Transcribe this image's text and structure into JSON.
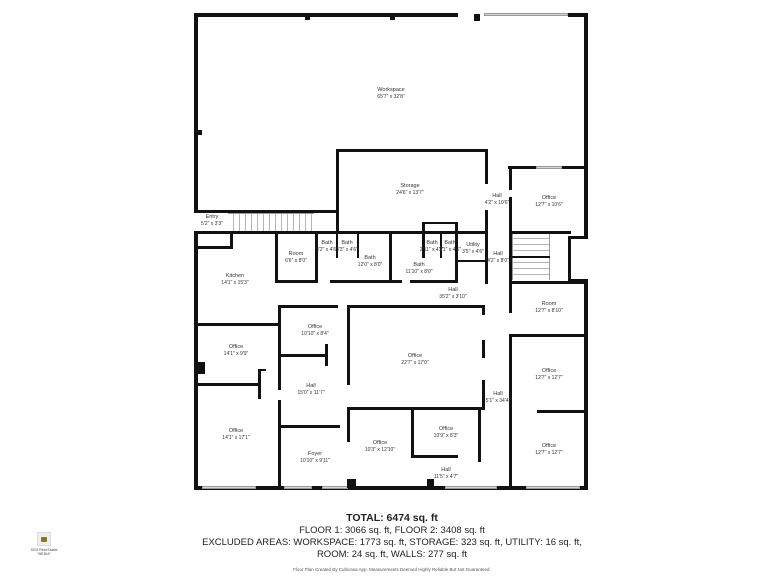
{
  "floor_plan": {
    "rooms": [
      {
        "name": "Workspace",
        "dims": "65'7\" x 32'8\""
      },
      {
        "name": "Storage",
        "dims": "24'6\" x 13'7\""
      },
      {
        "name": "Hall",
        "dims": "4'2\" x 10'6\""
      },
      {
        "name": "Office",
        "dims": "12'7\" x 10'6\""
      },
      {
        "name": "Entry",
        "dims": "5'2\" x 3'3\""
      },
      {
        "name": "Room",
        "dims": "6'6\" x 8'0\""
      },
      {
        "name": "Bath",
        "dims": "3'2\" x 4'6\""
      },
      {
        "name": "Bath",
        "dims": "3'3\" x 4'6\""
      },
      {
        "name": "Bath",
        "dims": "12'0\" x 8'0\""
      },
      {
        "name": "Bath",
        "dims": "2'11\" x 4'6\""
      },
      {
        "name": "Bath",
        "dims": "3'1\" x 4'6\""
      },
      {
        "name": "Bath",
        "dims": "11'10\" x 8'0\""
      },
      {
        "name": "Utility",
        "dims": "3'5\" x 4'6\""
      },
      {
        "name": "Hall",
        "dims": "4'2\" x 8'0\""
      },
      {
        "name": "Kitchen",
        "dims": "14'1\" x 15'3\""
      },
      {
        "name": "Hall",
        "dims": "35'2\" x 3'10\""
      },
      {
        "name": "Room",
        "dims": "12'7\" x 8'10\""
      },
      {
        "name": "Office",
        "dims": "10'10\" x 8'4\""
      },
      {
        "name": "Office",
        "dims": "14'1\" x 9'9\""
      },
      {
        "name": "Office",
        "dims": "22'7\" x 17'0\""
      },
      {
        "name": "Office",
        "dims": "12'7\" x 12'7\""
      },
      {
        "name": "Hall",
        "dims": "15'0\" x 11'7\""
      },
      {
        "name": "Hall",
        "dims": "5'1\" x 34'4\""
      },
      {
        "name": "Office",
        "dims": "14'1\" x 17'1\""
      },
      {
        "name": "Office",
        "dims": "10'9\" x 8'3\""
      },
      {
        "name": "Office",
        "dims": "10'3\" x 12'10\""
      },
      {
        "name": "Foyer",
        "dims": "10'10\" x 9'11\""
      },
      {
        "name": "Office",
        "dims": "12'7\" x 12'7\""
      },
      {
        "name": "Hall",
        "dims": "11'5\" x 4'7\""
      }
    ]
  },
  "summary": {
    "total": "TOTAL: 6474 sq. ft",
    "floors": "FLOOR 1: 3066 sq. ft, FLOOR 2: 3408 sq. ft",
    "excluded_1": "EXCLUDED AREAS: WORKSPACE: 1773 sq. ft, STORAGE: 323 sq. ft, UTILITY: 16 sq. ft,",
    "excluded_2": "ROOM: 24 sq. ft, WALLS: 277 sq. ft",
    "disclaimer": "Floor Plan Created By Cubicasa App. Measurements Deemed Highly Reliable But Not Guaranteed."
  },
  "branding": {
    "line1": "SGG Real Estate",
    "line2": "\"MEDIA\""
  },
  "colors": {
    "wall": "#111111",
    "window": "#d6d6d6",
    "text": "#333333"
  }
}
